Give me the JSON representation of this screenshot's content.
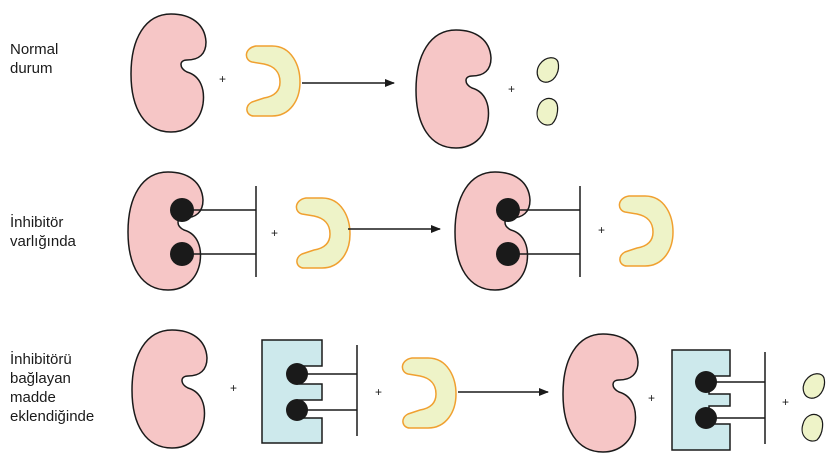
{
  "rows": [
    {
      "label_lines": [
        "Normal",
        "durum"
      ]
    },
    {
      "label_lines": [
        "İnhibitör",
        "varlığında"
      ]
    },
    {
      "label_lines": [
        "İnhibitörü",
        "bağlayan",
        "madde",
        "eklendiğinde"
      ]
    }
  ],
  "plus": "+",
  "colors": {
    "enzyme_fill": "#f6c6c6",
    "substrate_fill": "#eef3c8",
    "substrate_stroke": "#f0a030",
    "binder_fill": "#cde9ec",
    "inhibitor_head": "#1a1a1a",
    "outline": "#1a1a1a"
  },
  "icons": [
    "enzyme-shape",
    "substrate-shape",
    "product-fragment",
    "inhibitor-molecule",
    "binding-agent-block",
    "reaction-arrow"
  ]
}
